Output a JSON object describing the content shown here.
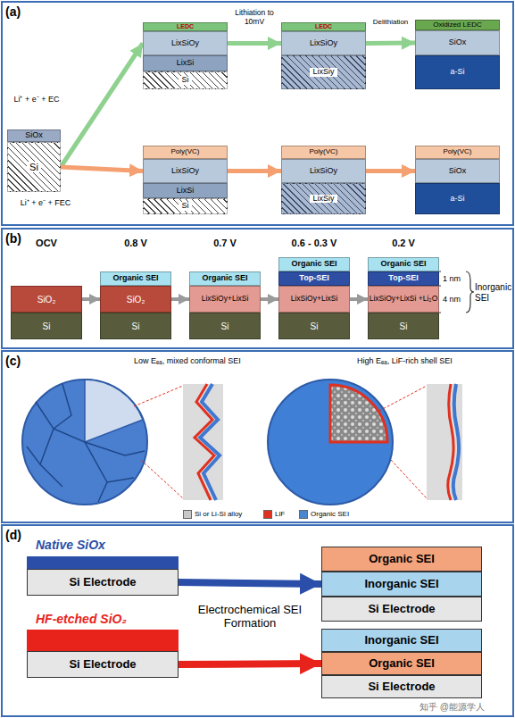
{
  "diagram": {
    "nodes": [
      {
        "text": [
          "SiOx"
        ]
      },
      {
        "text": [
          "Si"
        ]
      },
      {
        "text": [
          "LEDC"
        ]
      },
      {
        "text": [
          "LixSiOy"
        ]
      },
      {
        "text": [
          "LixSi"
        ]
      },
      {
        "text": [
          "Si"
        ]
      },
      {
        "text": [
          "LEDC"
        ]
      },
      {
        "text": [
          "LixSiOy"
        ]
      },
      {
        "text": [
          "LixSiy"
        ]
      },
      {
        "text": [
          "Oxidized LEDC"
        ]
      },
      {
        "text": [
          "SiOx"
        ]
      },
      {
        "text": [
          "a-Si"
        ]
      },
      {
        "text": [
          "Poly(VC)"
        ]
      },
      {
        "text": [
          "LixSiOy"
        ]
      },
      {
        "text": [
          "LixSi"
        ]
      },
      {
        "text": [
          "Si"
        ]
      },
      {
        "text": [
          "Poly(VC)"
        ]
      },
      {
        "text": [
          "LixSiOy"
        ]
      },
      {
        "text": [
          "LixSiy"
        ]
      },
      {
        "text": [
          "Poly(VC)"
        ]
      },
      {
        "text": [
          "SiOx"
        ]
      },
      {
        "text": [
          "a-Si"
        ]
      },
      {
        "text": [
          "SiO₂"
        ]
      },
      {
        "text": [
          "Si"
        ]
      },
      {
        "text": [
          "Organic SEI"
        ]
      },
      {
        "text": [
          "SiO₂"
        ]
      },
      {
        "text": [
          "Si"
        ]
      },
      {
        "text": [
          "Organic SEI"
        ]
      },
      {
        "text": [
          "LixSiOy+LixSi"
        ]
      },
      {
        "text": [
          "Si"
        ]
      },
      {
        "text": [
          "Organic SEI"
        ]
      },
      {
        "text": [
          "Top-SEI"
        ]
      },
      {
        "text": [
          "LixSiOy+LixSi"
        ]
      },
      {
        "text": [
          "Si"
        ]
      },
      {
        "text": [
          "Organic SEI"
        ]
      },
      {
        "text": [
          "Top-SEI"
        ]
      },
      {
        "text": [
          "LixSiOy+LixSi +Li₂O"
        ]
      },
      {
        "text": [
          "Si"
        ]
      },
      {
        "text": [
          "Si Electrode"
        ]
      },
      {
        "text": [
          "Organic SEI"
        ]
      },
      {
        "text": [
          "Inorganic SEI"
        ]
      },
      {
        "text": [
          "Si Electrode"
        ]
      },
      {
        "text": [
          "Si Electrode"
        ]
      },
      {
        "text": [
          "Inorganic SEI"
        ]
      },
      {
        "text": [
          "Organic SEI"
        ]
      },
      {
        "text": [
          "Si Electrode"
        ]
      }
    ],
    "edges": [
      {
        "from": 1,
        "to": 3,
        "label": "Li⁺ + e⁻ + EC",
        "arrow": "to"
      },
      {
        "from": 3,
        "to": 7,
        "label": "Lithiation to 10mV",
        "arrow": "to"
      },
      {
        "from": 7,
        "to": 10,
        "label": "Delithiation",
        "arrow": "to"
      },
      {
        "from": 1,
        "to": 13,
        "label": "Li⁺ + e⁻ + FEC",
        "arrow": "to"
      },
      {
        "from": 13,
        "to": 17,
        "arrow": "to"
      },
      {
        "from": 17,
        "to": 20,
        "arrow": "to"
      },
      {
        "from": 22,
        "to": 25,
        "arrow": "to"
      },
      {
        "from": 25,
        "to": 28,
        "arrow": "to"
      },
      {
        "from": 28,
        "to": 32,
        "arrow": "to"
      },
      {
        "from": 32,
        "to": 36,
        "arrow": "to"
      },
      {
        "from": 38,
        "to": 40,
        "arrow": "to"
      },
      {
        "from": 42,
        "to": 44,
        "arrow": "to"
      }
    ],
    "labels": [
      "(a)",
      "(b)",
      "OCV",
      "0.8 V",
      "0.7 V",
      "0.6 - 0.3 V",
      "0.2 V",
      "1 nm",
      "4 nm",
      "Inorganic SEI",
      "(c)",
      "Low Eₑₐ, mixed conformal SEI",
      "High Eₑₐ, LiF-rich shell SEI",
      "(d)",
      "Native SiOx",
      "HF-etched SiO₂",
      "Electrochemical SEI Formation",
      "知乎 @能源学人"
    ],
    "legend": [
      {
        "text": "Si or Li-Si alloy",
        "color": "#c8c8c8"
      },
      {
        "text": "LiF",
        "color": "#e03020"
      },
      {
        "text": "Organic SEI",
        "color": "#4a86d0"
      }
    ]
  }
}
